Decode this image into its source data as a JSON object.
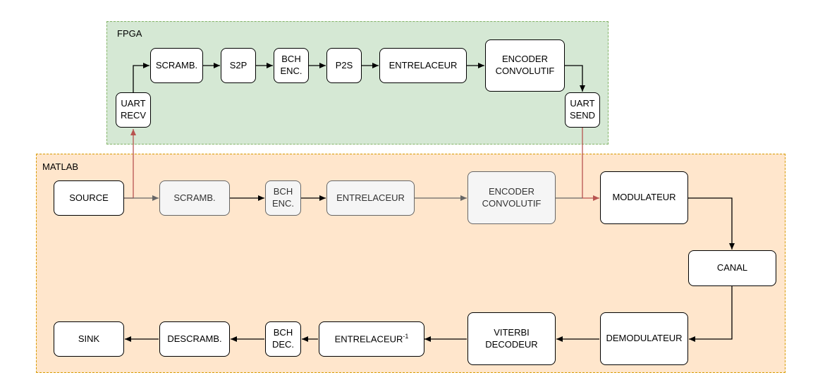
{
  "regions": {
    "fpga": "FPGA",
    "matlab": "MATLAB"
  },
  "fpga": {
    "uart_recv": [
      "UART",
      "RECV"
    ],
    "scramb": "SCRAMB.",
    "s2p": "S2P",
    "bch_enc": [
      "BCH",
      "ENC."
    ],
    "p2s": "P2S",
    "entrelaceur": "ENTRELACEUR",
    "encoder_conv": [
      "ENCODER",
      "CONVOLUTIF"
    ],
    "uart_send": [
      "UART",
      "SEND"
    ]
  },
  "matlab": {
    "source": "SOURCE",
    "scramb": "SCRAMB.",
    "bch_enc": [
      "BCH",
      "ENC."
    ],
    "entrelaceur": "ENTRELACEUR",
    "encoder_conv": [
      "ENCODER",
      "CONVOLUTIF"
    ],
    "modulateur": "MODULATEUR",
    "canal": "CANAL",
    "demodulateur": "DEMODULATEUR",
    "viterbi": [
      "VITERBI",
      "DECODEUR"
    ],
    "deinterleaver": {
      "base": "ENTRELACEUR",
      "exponent": "-1"
    },
    "bch_dec": [
      "BCH",
      "DEC."
    ],
    "descramb": "DESCRAMB.",
    "sink": "SINK"
  },
  "colors": {
    "fpga_fill": "#d5e8d4",
    "fpga_border": "#82b366",
    "matlab_fill": "#ffe6cc",
    "matlab_border": "#d79b00",
    "fpga_link": "#b85450",
    "disabled_fill": "#f5f5f5",
    "disabled_stroke": "#666666"
  }
}
